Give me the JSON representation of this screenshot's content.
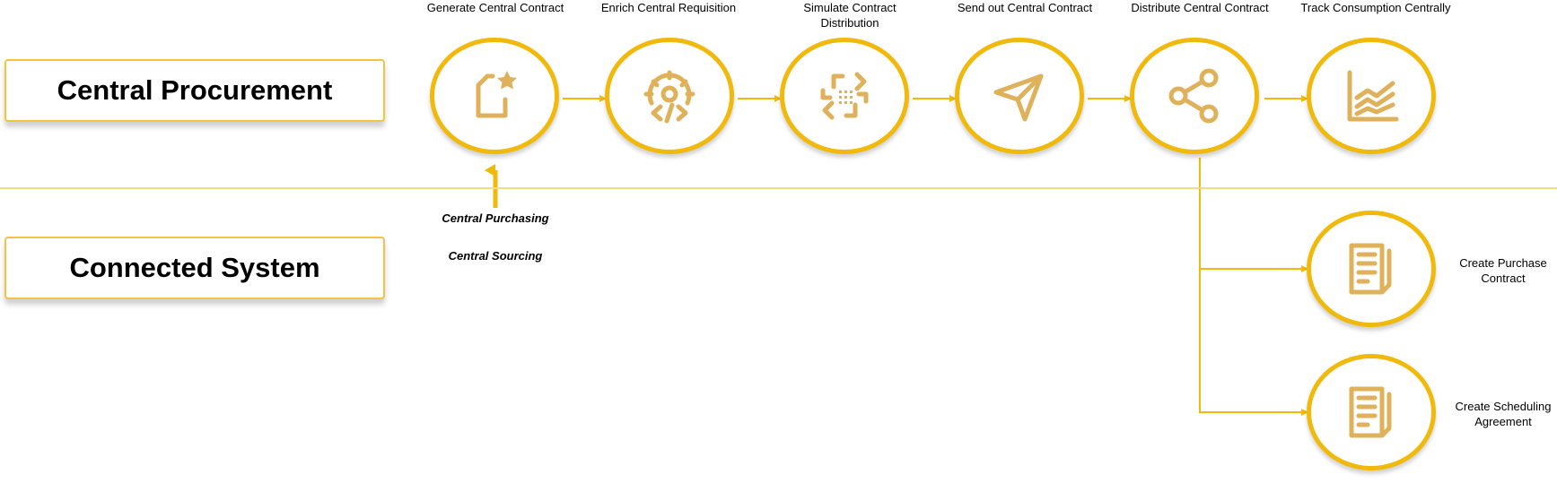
{
  "lanes": {
    "central": "Central Procurement",
    "connected": "Connected System"
  },
  "steps": [
    {
      "label": "Generate Central Contract",
      "icon": "document-star-icon"
    },
    {
      "label": "Enrich Central Requisition",
      "icon": "gear-code-icon"
    },
    {
      "label": "Simulate Contract Distribution",
      "icon": "simulate-sync-icon"
    },
    {
      "label": "Send out Central Contract",
      "icon": "send-plane-icon"
    },
    {
      "label": "Distribute Central Contract",
      "icon": "share-icon"
    },
    {
      "label": "Track Consumption Centrally",
      "icon": "trend-chart-icon"
    }
  ],
  "connected_steps": [
    {
      "label": "Create Purchase Contract",
      "icon": "document-list-icon"
    },
    {
      "label": "Create Scheduling Agreement",
      "icon": "document-list-icon"
    }
  ],
  "sources": {
    "purchasing": "Central Purchasing",
    "sourcing": "Central Sourcing"
  },
  "colors": {
    "accent": "#f0b90b",
    "icon": "#deb15a",
    "lane_border": "#f5c242",
    "divider": "#f7d98a"
  }
}
